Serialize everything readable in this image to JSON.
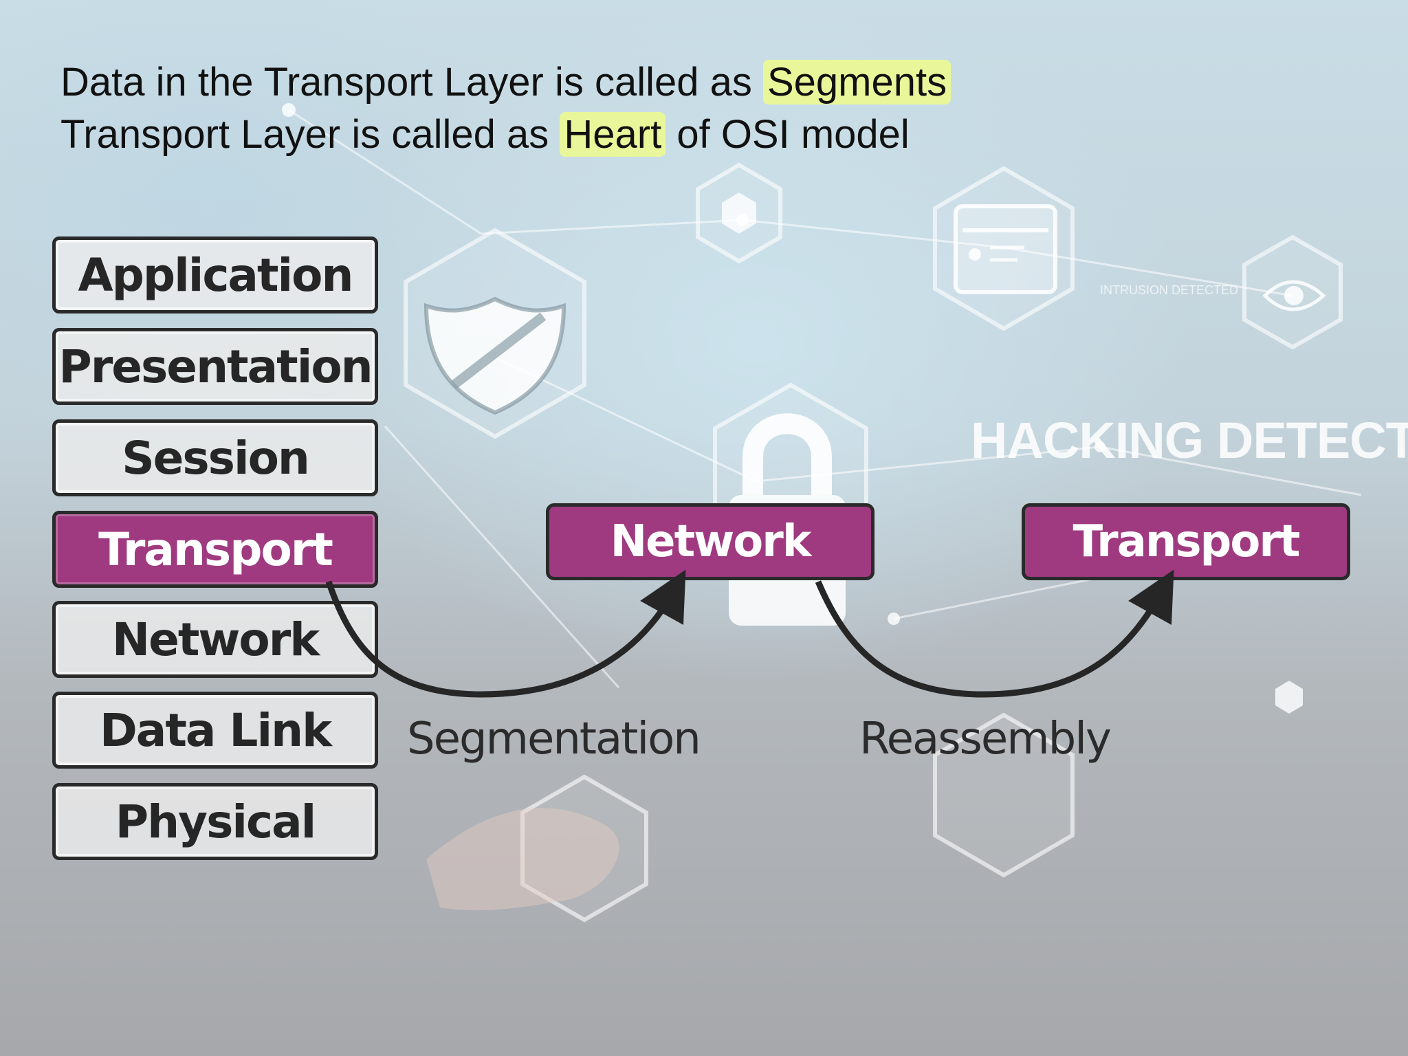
{
  "heading": {
    "line1_prefix": "Data in the Transport Layer is called as ",
    "line1_highlight": "Segments",
    "line2_prefix": "Transport Layer is called as ",
    "line2_highlight": "Heart",
    "line2_suffix": " of OSI model"
  },
  "osi_layers": [
    "Application",
    "Presentation",
    "Session",
    "Transport",
    "Network",
    "Data Link",
    "Physical"
  ],
  "flow": {
    "network_box": "Network",
    "transport_box": "Transport",
    "segmentation_label": "Segmentation",
    "reassembly_label": "Reassembly"
  },
  "background": {
    "hacking_text": "HACKING DETECTED",
    "intrusion_text": "INTRUSION DETECTED"
  },
  "colors": {
    "active_layer": "#9f3a80",
    "highlight": "#e9f79a",
    "border": "#2a2a2a"
  },
  "icons": [
    "shield-icon",
    "padlock-icon",
    "eye-icon",
    "id-card-icon"
  ]
}
